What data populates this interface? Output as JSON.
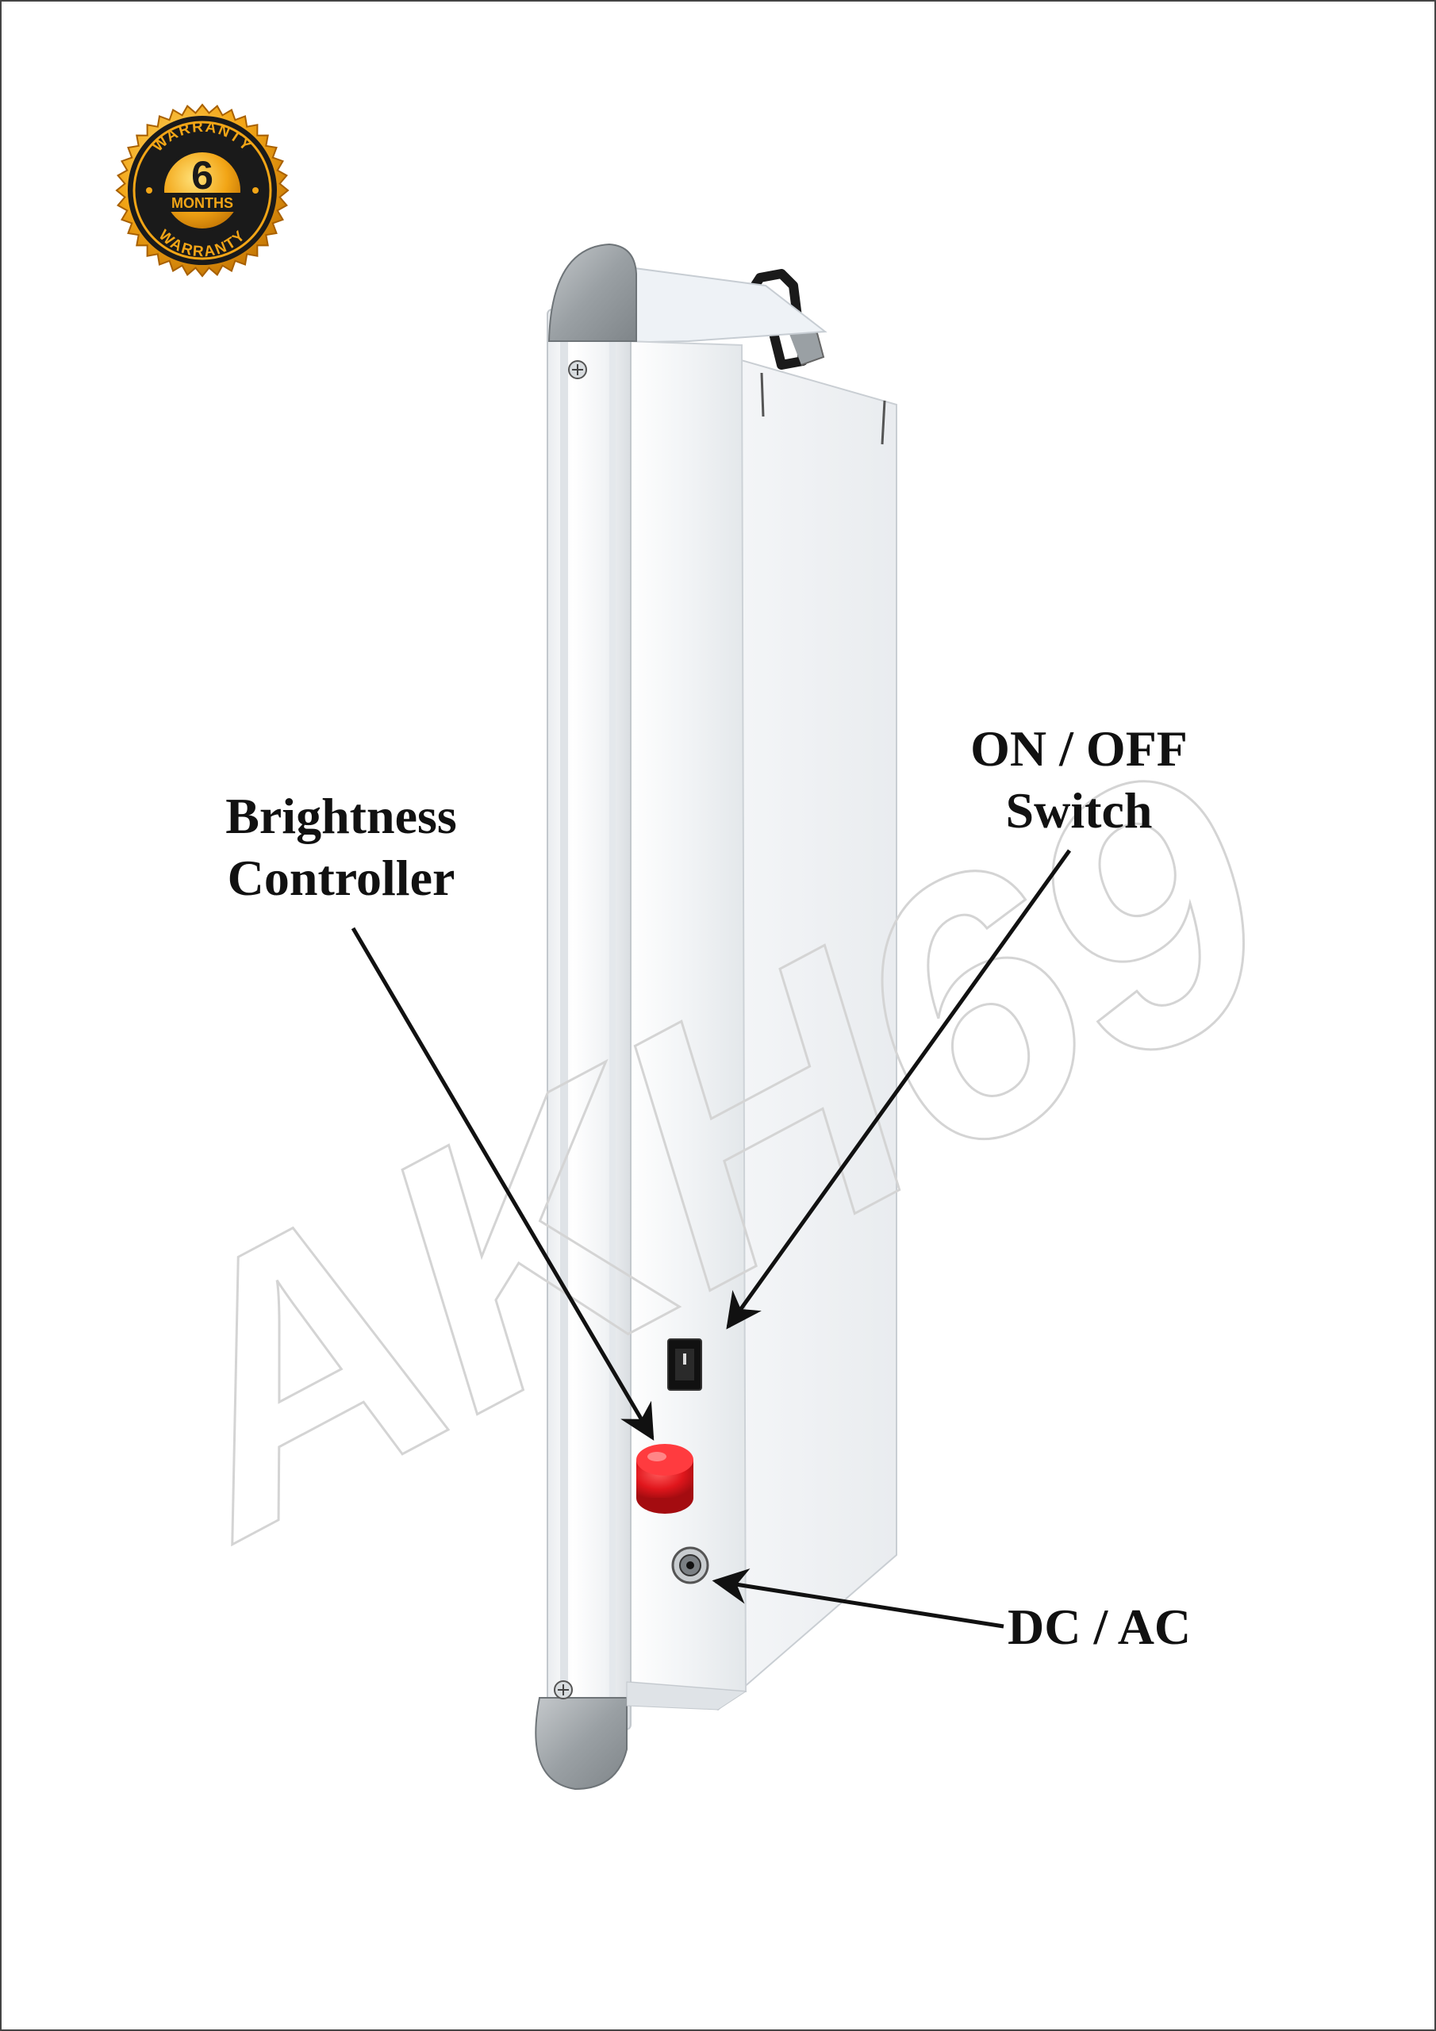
{
  "badge": {
    "top_text": "WARRANTY",
    "number": "6",
    "unit": "MONTHS",
    "bottom_text": "WARRANTY",
    "colors": {
      "gold": "#f2a516",
      "dark": "#1a1a1a",
      "orange": "#e8920f"
    }
  },
  "watermark": {
    "text": "AKH69"
  },
  "labels": {
    "brightness_line1": "Brightness",
    "brightness_line2": "Controller",
    "onoff_line1": "ON / OFF",
    "onoff_line2": "Switch",
    "dcac": "DC / AC"
  },
  "colors": {
    "button_red": "#e0161c",
    "panel_white": "#f4f6f8",
    "cap_gray": "#9aa0a4"
  }
}
